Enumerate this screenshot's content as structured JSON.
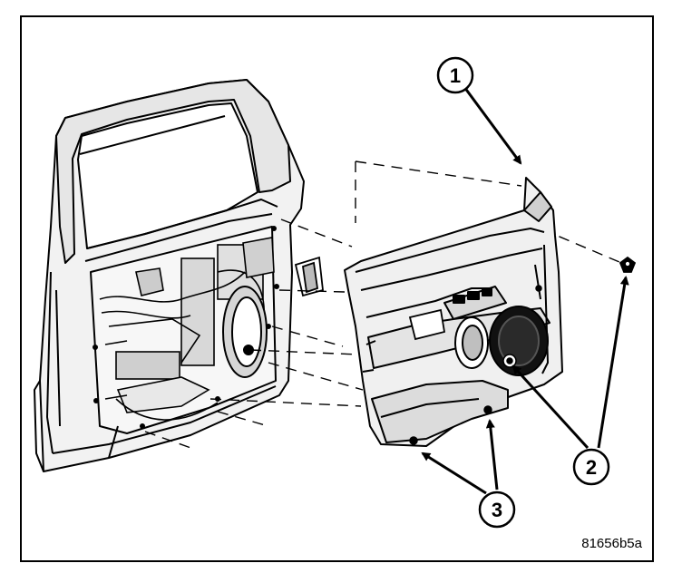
{
  "figure": {
    "callouts": [
      {
        "id": "callout-1",
        "label": "1"
      },
      {
        "id": "callout-2",
        "label": "2"
      },
      {
        "id": "callout-3",
        "label": "3"
      }
    ],
    "figure_id": "81656b5a"
  }
}
